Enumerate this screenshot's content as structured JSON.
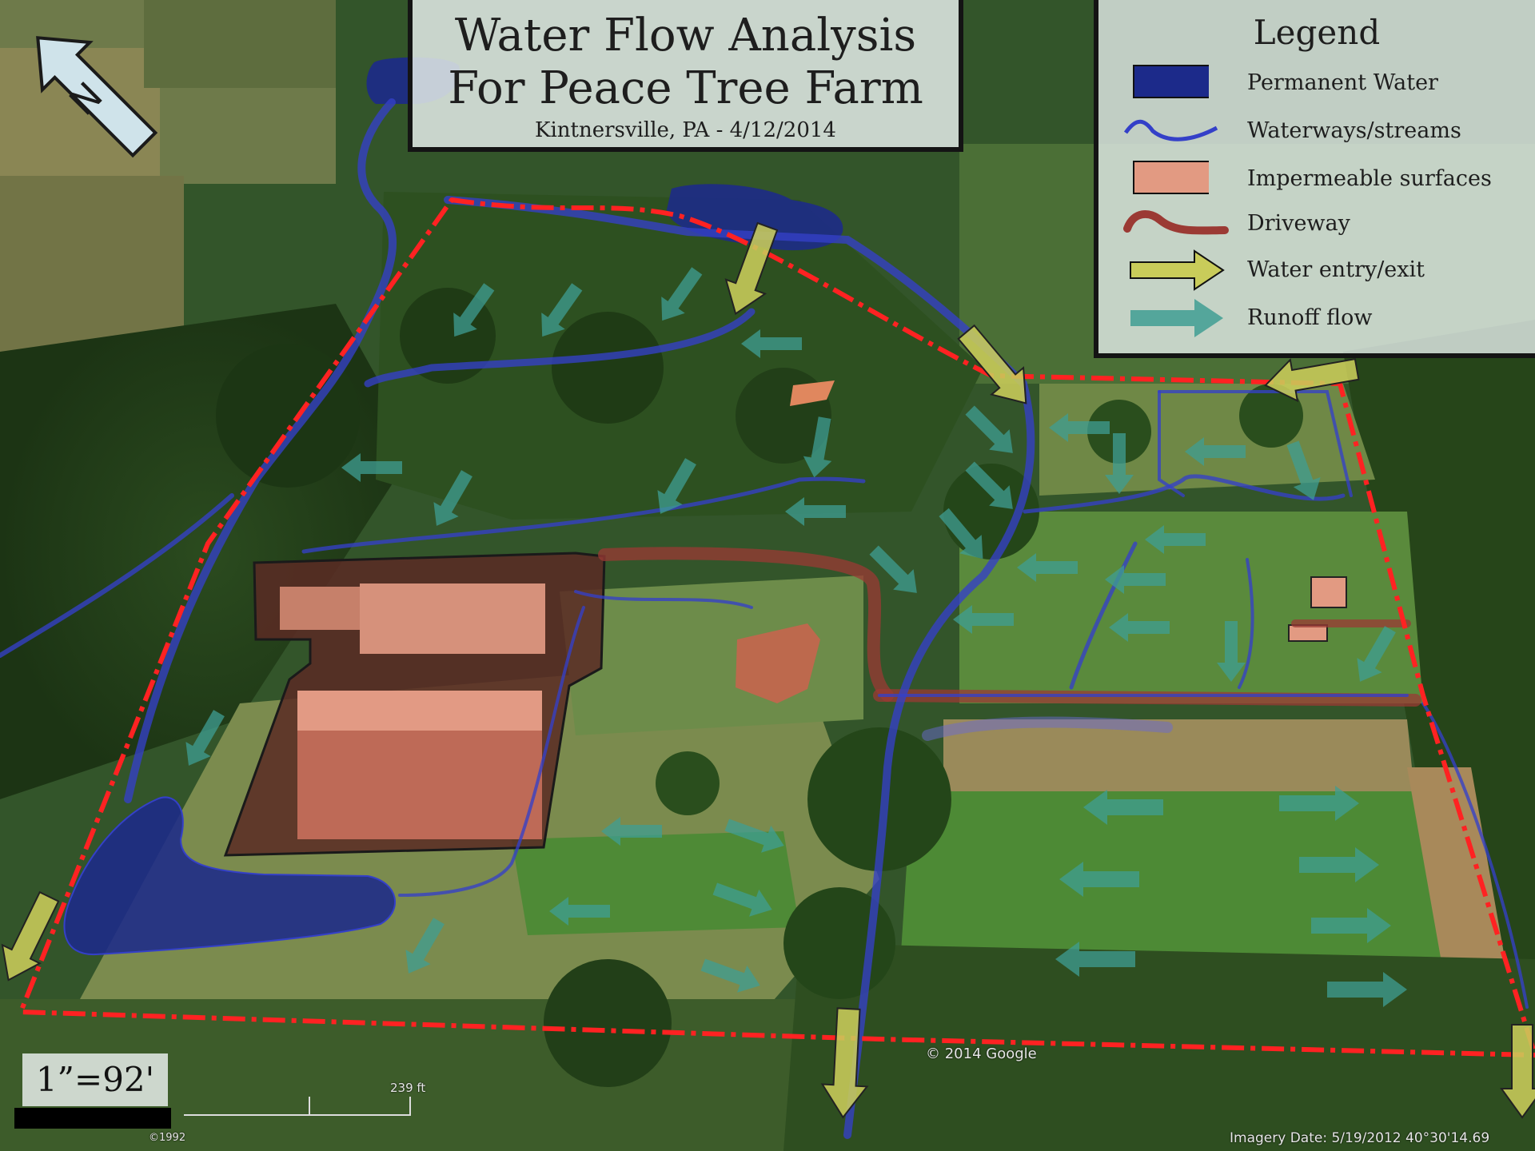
{
  "title": {
    "line1": "Water Flow Analysis",
    "line2": "For Peace Tree Farm",
    "subtitle": "Kintnersville, PA - 4/12/2014"
  },
  "north_arrow": {
    "label": "N",
    "icon": "north-arrow-icon"
  },
  "legend": {
    "title": "Legend",
    "items": [
      {
        "label": "Permanent Water",
        "icon": "permanent-water-swatch",
        "color": "#1c2a8a"
      },
      {
        "label": "Waterways/streams",
        "icon": "waterway-line-swatch",
        "color": "#3440c8"
      },
      {
        "label": "Impermeable surfaces",
        "icon": "impermeable-surface-swatch",
        "color": "#e29a82"
      },
      {
        "label": "Driveway",
        "icon": "driveway-line-swatch",
        "color": "#9b3a34"
      },
      {
        "label": "Water entry/exit",
        "icon": "water-entry-exit-arrow-swatch",
        "color": "#c9cc5a"
      },
      {
        "label": "Runoff flow",
        "icon": "runoff-flow-arrow-swatch",
        "color": "#3f9d93"
      }
    ]
  },
  "scale": {
    "label": "1”=92'",
    "google_scale": "239 ft"
  },
  "attribution": {
    "copyright": "© 2014 Google",
    "imagery": "Imagery Date: 5/19/2012    40°30'14.69",
    "eye_alt": "©1992"
  },
  "colors": {
    "property_boundary": "#ff2222",
    "permanent_water": "#1c2a8a",
    "waterway": "#3440c8",
    "impermeable": "#e29a82",
    "driveway": "#9b3a34",
    "entry_exit": "#c9cc5a",
    "runoff": "#3f9d93"
  }
}
